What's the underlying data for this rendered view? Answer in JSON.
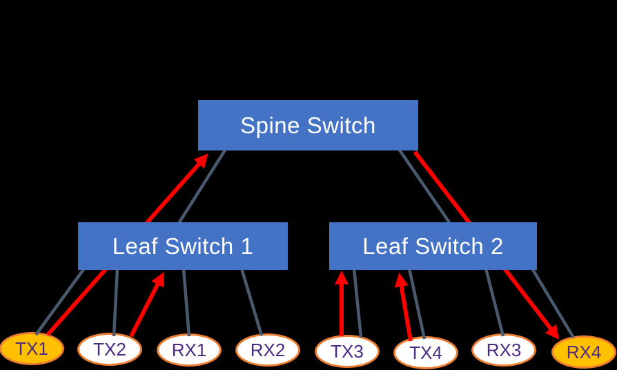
{
  "diagram": {
    "type": "network-topology",
    "nodes": [
      {
        "id": "spine-switch",
        "label": "Spine Switch"
      },
      {
        "id": "leaf-switch-1",
        "label": "Leaf Switch 1"
      },
      {
        "id": "leaf-switch-2",
        "label": "Leaf Switch 2"
      }
    ],
    "endpoints": [
      {
        "id": "tx1",
        "label": "TX1",
        "highlighted": true
      },
      {
        "id": "tx2",
        "label": "TX2",
        "highlighted": false
      },
      {
        "id": "rx1",
        "label": "RX1",
        "highlighted": false
      },
      {
        "id": "rx2",
        "label": "RX2",
        "highlighted": false
      },
      {
        "id": "tx3",
        "label": "TX3",
        "highlighted": false
      },
      {
        "id": "tx4",
        "label": "TX4",
        "highlighted": false
      },
      {
        "id": "rx3",
        "label": "RX3",
        "highlighted": false
      },
      {
        "id": "rx4",
        "label": "RX4",
        "highlighted": true
      }
    ],
    "links": [
      {
        "from": "Spine Switch",
        "to": "Leaf Switch 1"
      },
      {
        "from": "Spine Switch",
        "to": "Leaf Switch 2"
      },
      {
        "from": "Leaf Switch 1",
        "to": "TX1"
      },
      {
        "from": "Leaf Switch 1",
        "to": "TX2"
      },
      {
        "from": "Leaf Switch 1",
        "to": "RX1"
      },
      {
        "from": "Leaf Switch 1",
        "to": "RX2"
      },
      {
        "from": "Leaf Switch 2",
        "to": "TX3"
      },
      {
        "from": "Leaf Switch 2",
        "to": "TX4"
      },
      {
        "from": "Leaf Switch 2",
        "to": "RX3"
      },
      {
        "from": "Leaf Switch 2",
        "to": "RX4"
      }
    ],
    "flows": [
      {
        "from": "TX1",
        "to": "Spine Switch",
        "via": "Leaf Switch 1"
      },
      {
        "from": "TX2",
        "to": "Leaf Switch 1"
      },
      {
        "from": "TX3",
        "to": "Leaf Switch 2"
      },
      {
        "from": "TX4",
        "to": "Leaf Switch 2"
      },
      {
        "from": "Spine Switch",
        "to": "RX4",
        "via": "Leaf Switch 2"
      }
    ],
    "colors": {
      "background": "#000000",
      "switch_fill": "#4472C4",
      "switch_text": "#FFFFFF",
      "link_line": "#4A5A6E",
      "flow_arrow": "#FF0000",
      "endpoint_border": "#ED7D31",
      "endpoint_fill": "#FFFFFF",
      "endpoint_highlight_fill": "#FFC000",
      "endpoint_text": "#4B2A82"
    }
  }
}
